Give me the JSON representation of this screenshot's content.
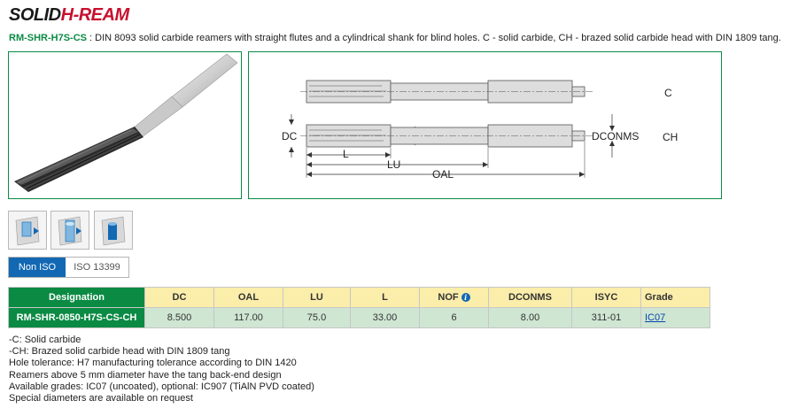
{
  "brand": {
    "part1": "SOLID",
    "part2": "H-REAM"
  },
  "description": {
    "code": "RM-SHR-H7S-CS",
    "text": " : DIN 8093 solid carbide reamers with straight flutes and a cylindrical shank for blind holes. C - solid carbide, CH - brazed solid carbide head with DIN 1809 tang."
  },
  "drawing": {
    "variant_c": "C",
    "variant_ch": "CH",
    "dim_dc": "DC",
    "dim_dconms": "DCONMS",
    "dim_l": "L",
    "dim_lu": "LU",
    "dim_oal": "OAL"
  },
  "standards": {
    "active": "Non ISO",
    "inactive": "ISO 13399"
  },
  "table": {
    "headers": [
      "Designation",
      "DC",
      "OAL",
      "LU",
      "L",
      "NOF",
      "DCONMS",
      "ISYC",
      "Grade"
    ],
    "rows": [
      [
        "RM-SHR-0850-H7S-CS-CH",
        "8.500",
        "117.00",
        "75.0",
        "33.00",
        "6",
        "8.00",
        "311-01",
        "IC07"
      ]
    ],
    "info_icon_glyph": "i"
  },
  "notes": [
    "-C: Solid carbide",
    "-CH: Brazed solid carbide head with DIN 1809 tang",
    "Hole tolerance: H7 manufacturing tolerance according to DIN 1420",
    "Reamers above 5 mm diameter have the tang back-end design",
    "Available grades: IC07 (uncoated), optional: IC907 (TiAlN PVD coated)",
    "Special diameters are available on request"
  ],
  "colors": {
    "brand_red": "#c8102e",
    "green": "#0b8a43",
    "blue": "#1268b3",
    "header_yellow": "#fbedaa",
    "row_green": "#cfe6d2"
  }
}
